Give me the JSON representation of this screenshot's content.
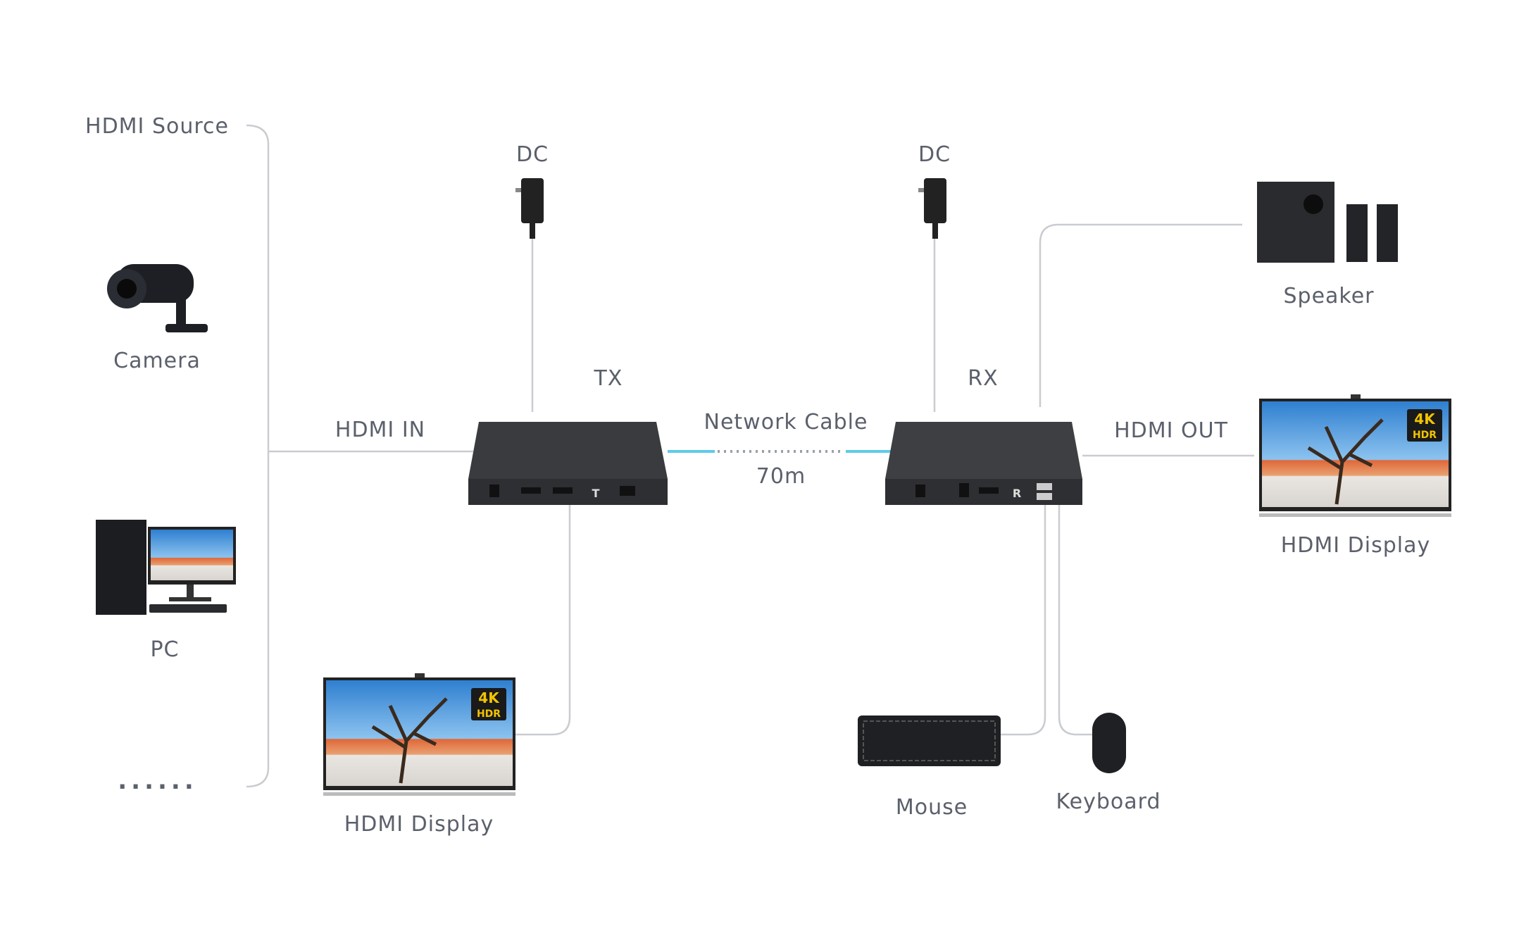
{
  "labels": {
    "hdmi_source": "HDMI Source",
    "camera": "Camera",
    "pc": "PC",
    "more": "......",
    "hdmi_in": "HDMI IN",
    "dc_left": "DC",
    "dc_right": "DC",
    "tx": "TX",
    "rx": "RX",
    "network_cable": "Network Cable",
    "distance": "70m",
    "hdmi_out": "HDMI OUT",
    "speaker": "Speaker",
    "hdmi_display_right": "HDMI Display",
    "hdmi_display_left": "HDMI Display",
    "mouse": "Mouse",
    "keyboard": "Keyboard"
  },
  "devices": {
    "tx_front_letter": "T",
    "rx_front_letter": "R",
    "tv_badge_top": "4K",
    "tv_badge_bottom": "HDR"
  },
  "colors": {
    "text": "#5b606b",
    "line": "#c9ccd1",
    "cable_accent": "#5ccbea",
    "device": "#3a3b3e"
  }
}
